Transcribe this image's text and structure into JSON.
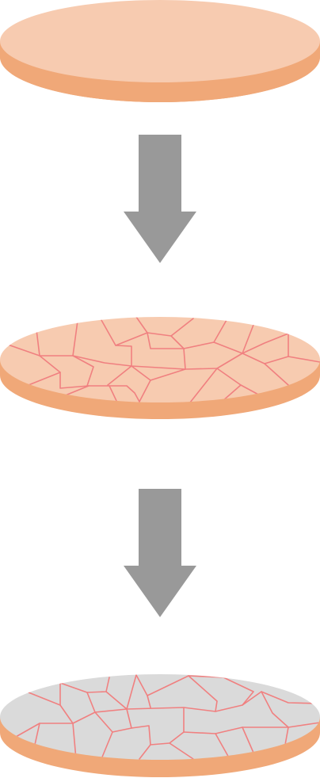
{
  "colors": {
    "background": "#ffffff",
    "disk_top": "#f7cbb0",
    "disk_side": "#f0a878",
    "cracked_surface": "#dadada",
    "crack_lines": "#f08080",
    "arrow": "#999999"
  },
  "sequence": [
    {
      "stage": "intact-disk",
      "surface": "disk_top",
      "cracks": false
    },
    {
      "stage": "cracked-disk",
      "surface": "disk_top",
      "cracks": true
    },
    {
      "stage": "cracked-disk-grey",
      "surface": "cracked_surface",
      "cracks": true
    }
  ],
  "arrows": [
    {
      "icon": "down-arrow-icon"
    },
    {
      "icon": "down-arrow-icon"
    }
  ]
}
